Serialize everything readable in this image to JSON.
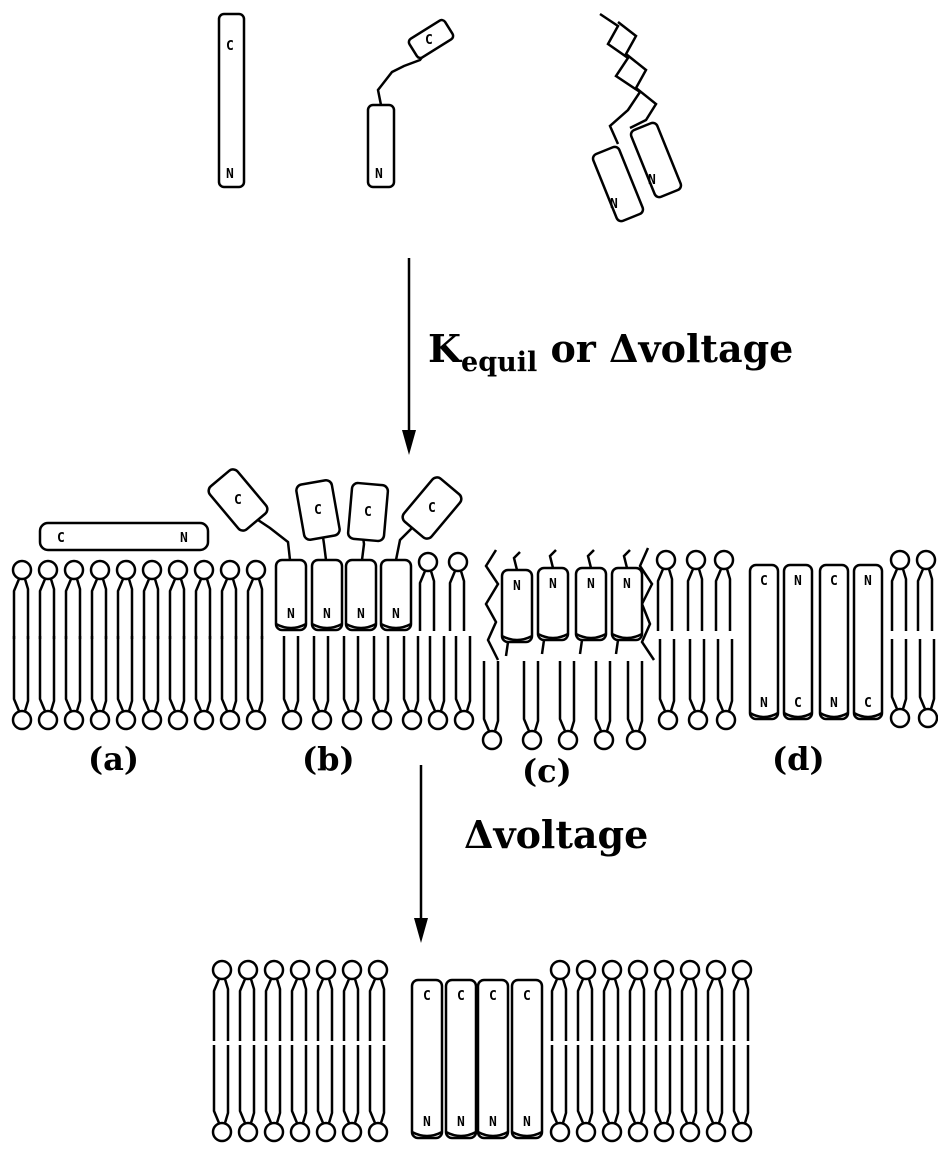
{
  "labels": {
    "step1_k": "K",
    "step1_sub": "equil",
    "step1_rest": " or Δvoltage",
    "step2": "Δvoltage",
    "panels": [
      "(a)",
      "(b)",
      "(c)",
      "(d)"
    ]
  },
  "termini": {
    "n": "N",
    "c": "C"
  },
  "colors": {
    "ink": "#000000",
    "background": "#ffffff"
  }
}
